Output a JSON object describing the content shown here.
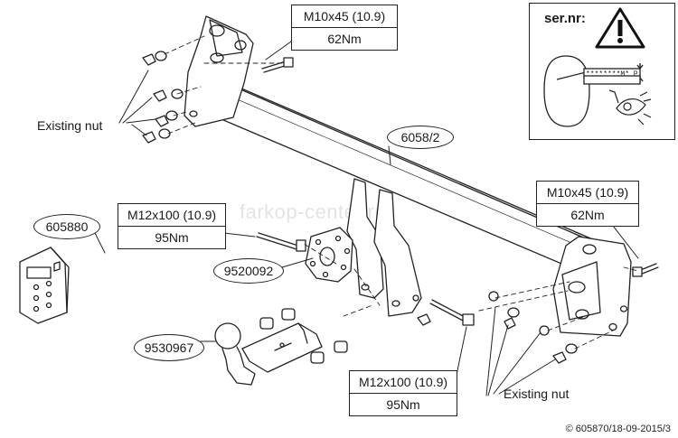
{
  "specs": {
    "bolt_top": {
      "size": "M10x45 (10.9)",
      "torque": "62Nm"
    },
    "bolt_right": {
      "size": "M10x45 (10.9)",
      "torque": "62Nm"
    },
    "bolt_left": {
      "size": "M12x100 (10.9)",
      "torque": "95Nm"
    },
    "bolt_bottom": {
      "size": "M12x100 (10.9)",
      "torque": "95Nm"
    }
  },
  "parts": {
    "crossbar": "6058/2",
    "wiring": "605880",
    "plate": "9520092",
    "towball": "9530967"
  },
  "labels": {
    "existing_nut_left": "Existing nut",
    "existing_nut_right": "Existing nut"
  },
  "warning_panel": {
    "title": "ser.nr:",
    "plate_code": "********M* P",
    "icons": [
      "warning-triangle-icon",
      "eye-icon"
    ]
  },
  "watermark": "farkop-center.ru",
  "copyright": "© 605870/18-09-2015/3"
}
